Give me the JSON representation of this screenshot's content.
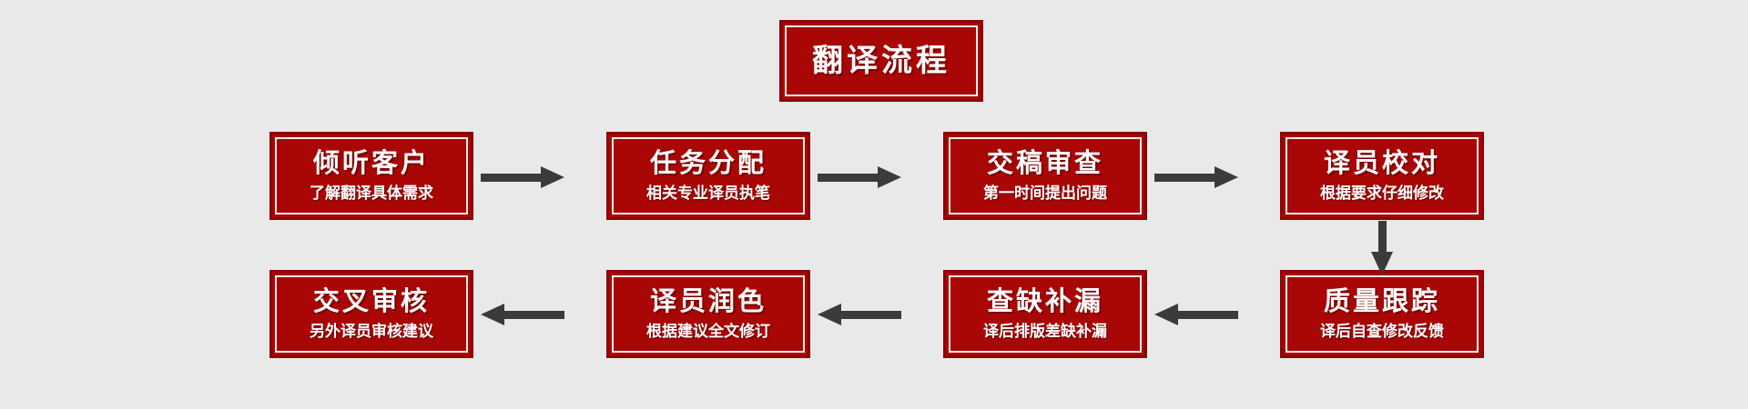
{
  "diagram": {
    "title": "翻译流程",
    "background_color": "#e9e9e9",
    "box_fill_color": "#a90606",
    "box_border_color": "#8e0303",
    "box_inner_border_color": "#f2eceb",
    "text_color": "#ffffff",
    "arrow_color": "#3b3b3b",
    "steps": [
      {
        "id": "step-1",
        "headline": "倾听客户",
        "subline": "了解翻译具体需求"
      },
      {
        "id": "step-2",
        "headline": "任务分配",
        "subline": "相关专业译员执笔"
      },
      {
        "id": "step-3",
        "headline": "交稿审查",
        "subline": "第一时间提出问题"
      },
      {
        "id": "step-4",
        "headline": "译员校对",
        "subline": "根据要求仔细修改"
      },
      {
        "id": "step-5",
        "headline": "质量跟踪",
        "subline": "译后自查修改反馈"
      },
      {
        "id": "step-6",
        "headline": "查缺补漏",
        "subline": "译后排版差缺补漏"
      },
      {
        "id": "step-7",
        "headline": "译员润色",
        "subline": "根据建议全文修订"
      },
      {
        "id": "step-8",
        "headline": "交叉审核",
        "subline": "另外译员审核建议"
      }
    ],
    "connectors": [
      {
        "id": "arrow-1-to-2",
        "direction": "right"
      },
      {
        "id": "arrow-2-to-3",
        "direction": "right"
      },
      {
        "id": "arrow-3-to-4",
        "direction": "right"
      },
      {
        "id": "arrow-4-to-5",
        "direction": "down"
      },
      {
        "id": "arrow-5-to-6",
        "direction": "left"
      },
      {
        "id": "arrow-6-to-7",
        "direction": "left"
      },
      {
        "id": "arrow-7-to-8",
        "direction": "left"
      }
    ]
  }
}
